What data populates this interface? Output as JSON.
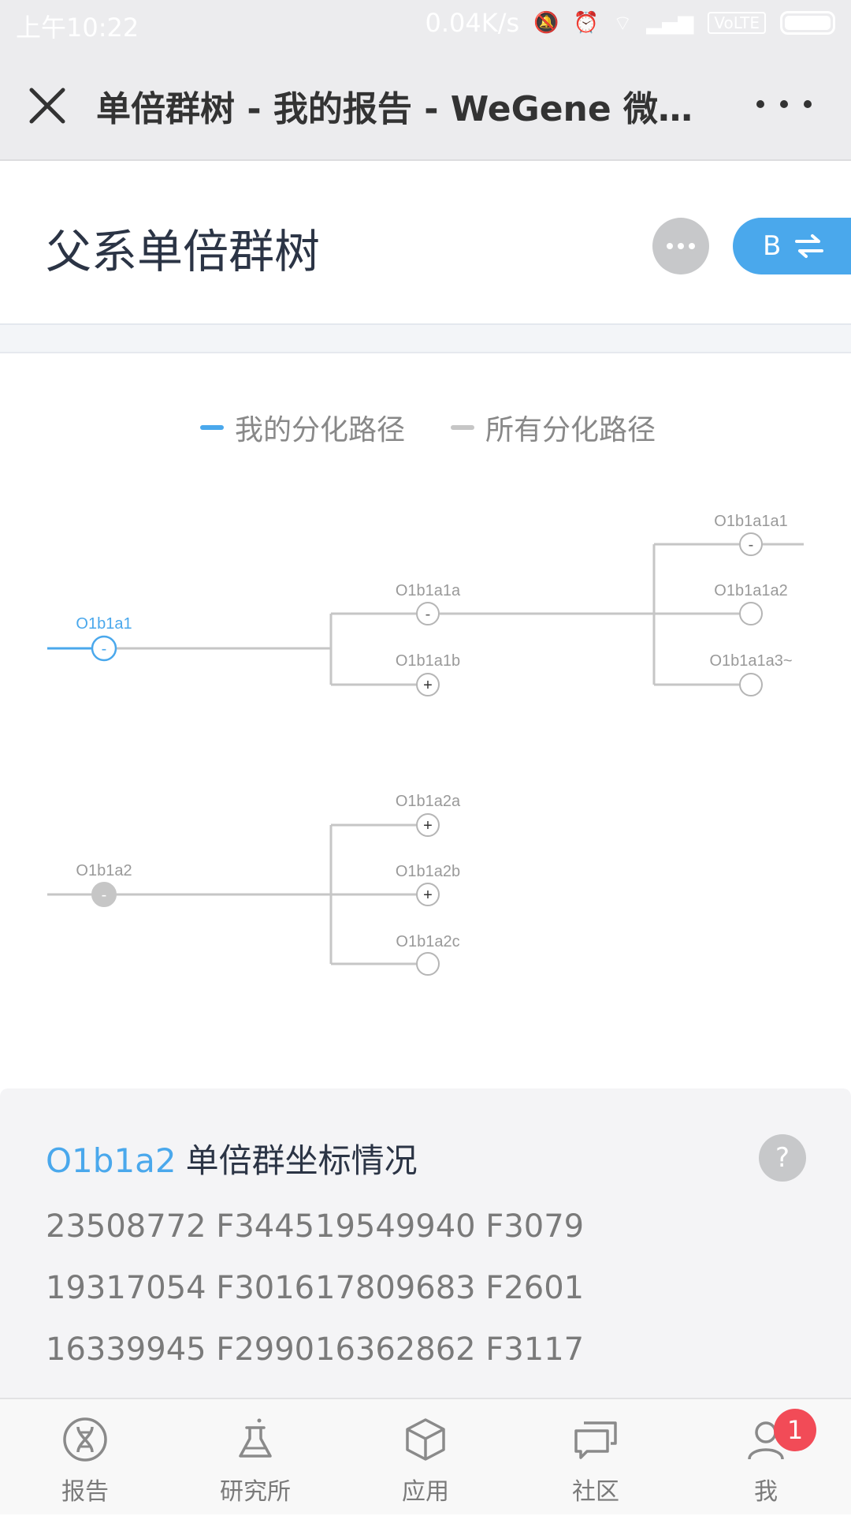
{
  "status_bar": {
    "time": "上午10:22",
    "network_speed": "0.04K/s",
    "volte": "VoLTE"
  },
  "nav": {
    "title": "单倍群树 - 我的报告 - WeGene 微…"
  },
  "header": {
    "title": "父系单倍群树",
    "switch_label": "B"
  },
  "legend": {
    "mine": "我的分化路径",
    "all": "所有分化路径",
    "mine_color": "#4aa8ec",
    "all_color": "#c6c6c6"
  },
  "tree": {
    "nodes": [
      {
        "id": "O1b1a1",
        "symbol": "-"
      },
      {
        "id": "O1b1a1a",
        "symbol": "-"
      },
      {
        "id": "O1b1a1b",
        "symbol": "+"
      },
      {
        "id": "O1b1a1a1",
        "symbol": "-"
      },
      {
        "id": "O1b1a1a2",
        "symbol": ""
      },
      {
        "id": "O1b1a1a3~",
        "symbol": ""
      },
      {
        "id": "O1b1a2",
        "symbol": "-"
      },
      {
        "id": "O1b1a2a",
        "symbol": "+"
      },
      {
        "id": "O1b1a2b",
        "symbol": "+"
      },
      {
        "id": "O1b1a2c",
        "symbol": ""
      }
    ]
  },
  "coords": {
    "haplogroup": "O1b1a2",
    "title_suffix": "单倍群坐标情况",
    "help": "?",
    "items": [
      "23508772 F3445",
      "19549940 F3079",
      "19317054 F3016",
      "17809683 F2601",
      "16339945 F2990",
      "16362862 F3117"
    ]
  },
  "tabbar": {
    "items": [
      {
        "label": "报告",
        "icon": "dna-icon"
      },
      {
        "label": "研究所",
        "icon": "flask-icon"
      },
      {
        "label": "应用",
        "icon": "cube-icon"
      },
      {
        "label": "社区",
        "icon": "chat-icon"
      },
      {
        "label": "我",
        "icon": "user-icon"
      }
    ],
    "badge": "1"
  }
}
